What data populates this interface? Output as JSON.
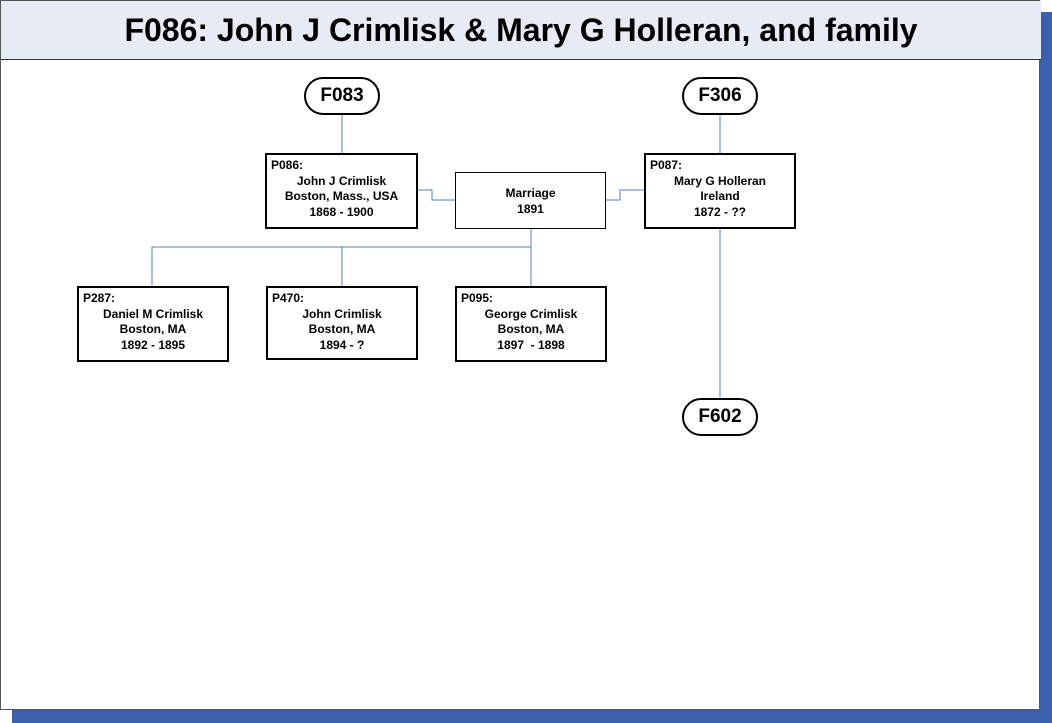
{
  "title": "F086: John J Crimlisk & Mary G Holleran, and family",
  "families": {
    "father_parents": "F083",
    "mother_parents": "F306",
    "mother_child_family": "F602"
  },
  "father": {
    "id": "P086:",
    "name": "John J Crimlisk",
    "place": "Boston, Mass., USA",
    "dates": "1868 - 1900"
  },
  "mother": {
    "id": "P087:",
    "name": "Mary G Holleran",
    "place": "Ireland",
    "dates": "1872 - ??"
  },
  "marriage": {
    "label": "Marriage",
    "year": "1891"
  },
  "children": [
    {
      "id": "P287:",
      "name": "Daniel M Crimlisk",
      "place": "Boston, MA",
      "dates": "1892 - 1895"
    },
    {
      "id": "P470:",
      "name": "John Crimlisk",
      "place": "Boston, MA",
      "dates": "1894 - ?"
    },
    {
      "id": "P095:",
      "name": "George Crimlisk",
      "place": "Boston, MA",
      "dates": "1897  - 1898"
    }
  ],
  "colors": {
    "connector": "#4f81bd",
    "title_bg": "#e6ebf4",
    "shadow": "#3c5fad"
  }
}
